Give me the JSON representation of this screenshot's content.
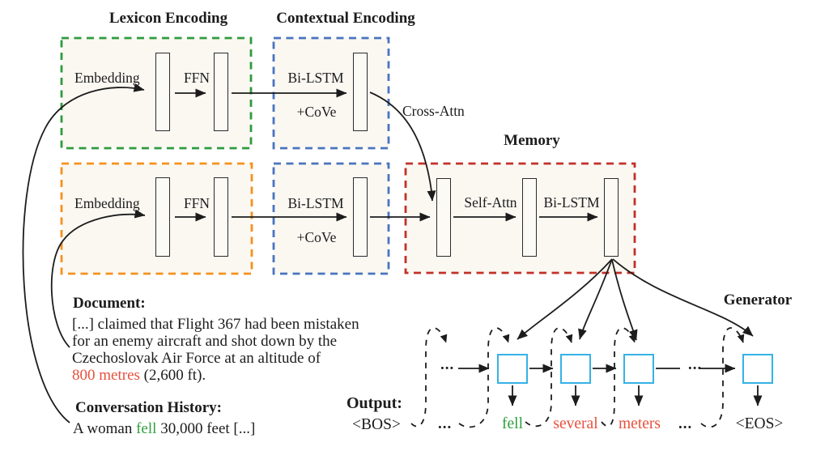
{
  "colors": {
    "lexicon_box": "#2e9b3d",
    "contextual_box": "#4a74bf",
    "question_box": "#f5911e",
    "memory_box": "#c23128",
    "generator_cell_border": "#35b2e5",
    "highlight_red": "#e8503c",
    "highlight_green": "#2f9e3d"
  },
  "sections": {
    "lexicon": {
      "title": "Lexicon Encoding"
    },
    "contextual": {
      "title": "Contextual Encoding"
    },
    "memory": {
      "title": "Memory",
      "self_attn_label": "Self-Attn",
      "bilstm_label": "Bi-LSTM"
    },
    "generator": {
      "title": "Generator"
    }
  },
  "row1": {
    "embedding_label": "Embedding",
    "ffn_label": "FFN",
    "bilstm_label": "Bi-LSTM",
    "cove_label": "+CoVe"
  },
  "row2": {
    "embedding_label": "Embedding",
    "ffn_label": "FFN",
    "bilstm_label": "Bi-LSTM",
    "cove_label": "+CoVe"
  },
  "cross_attn_label": "Cross-Attn",
  "document": {
    "heading": "Document:",
    "line1": "[...] claimed that Flight 367 had been mistaken",
    "line2": "for an enemy aircraft and shot down by the",
    "line3": "Czechoslovak Air Force at an altitude of",
    "line4_highlight": "800 metres",
    "line4_rest": " (2,600 ft)."
  },
  "conversation": {
    "heading": "Conversation History:",
    "part1": "A woman ",
    "highlight": "fell",
    "part2": " 30,000 feet [...]"
  },
  "chain": {
    "ellipsis_left": "...",
    "ellipsis_right": "..."
  },
  "output": {
    "heading": "Output:",
    "bos": "<BOS>",
    "ellipsis_left": "...",
    "word1": "fell",
    "word2": "several",
    "word3": "meters",
    "ellipsis_right": "...",
    "eos": "<EOS>"
  }
}
